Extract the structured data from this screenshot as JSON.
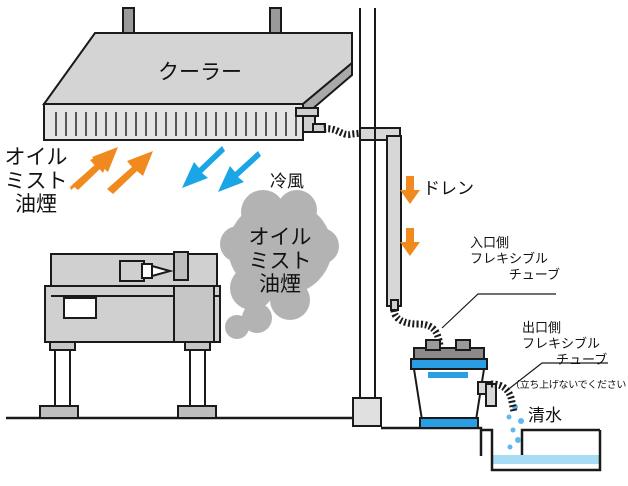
{
  "cooler": {
    "label": "クーラー"
  },
  "oil_mist_left": {
    "line1": "オイル",
    "line2": "ミスト",
    "line3": "油煙"
  },
  "cold_air": {
    "label": "冷風"
  },
  "drain": {
    "label": "ドレン"
  },
  "oil_mist_cloud": {
    "line1": "オイル",
    "line2": "ミスト",
    "line3": "油煙"
  },
  "inlet_tube": {
    "line1": "入口側",
    "line2": "フレキシブル",
    "line3": "チューブ"
  },
  "outlet_tube": {
    "line1": "出口側",
    "line2": "フレキシブル",
    "line3": "チューブ",
    "note": "（立ち上げないでください）"
  },
  "clean_water": {
    "label": "清水"
  },
  "colors": {
    "warm_arrow": "#f08a1e",
    "cool_arrow": "#1aa6e6",
    "drain_arrow": "#f08a1e",
    "tank_blue": "#2a9ee4",
    "water": "#a8dcf5",
    "cloud": "#b3b3b3",
    "outline": "#1a1a1a",
    "panel": "#d9d9d9"
  }
}
